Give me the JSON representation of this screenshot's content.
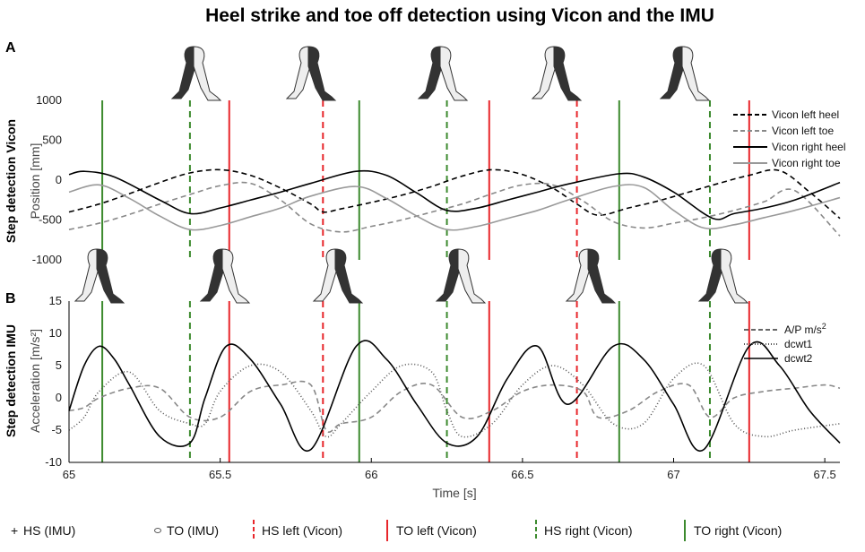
{
  "title": "Heel strike and toe off detection using Vicon and the IMU",
  "colors": {
    "hs_left": "#e8262b",
    "to_left": "#e8262b",
    "hs_right": "#3c8a2e",
    "to_right": "#3c8a2e"
  },
  "chart_data": [
    {
      "id": "A",
      "type": "line",
      "panel_letter": "A",
      "side_label": "Step detection Vicon",
      "ylabel": "Position [mm]",
      "ylim": [
        -1000,
        1000
      ],
      "yticks": [
        "1000",
        "500",
        "0",
        "-500",
        "-1000"
      ],
      "xlim": [
        65,
        67.55
      ],
      "series": [
        {
          "name": "Vicon left heel",
          "style": "dash-black",
          "x": [
            65,
            65.1,
            65.2,
            65.3,
            65.4,
            65.5,
            65.6,
            65.7,
            65.8,
            65.84,
            65.9,
            66.0,
            66.1,
            66.2,
            66.3,
            66.4,
            66.5,
            66.6,
            66.68,
            66.75,
            66.85,
            66.95,
            67.05,
            67.15,
            67.25,
            67.35,
            67.45,
            67.55
          ],
          "y": [
            -400,
            -300,
            -170,
            -30,
            90,
            130,
            60,
            -100,
            -300,
            -400,
            -360,
            -280,
            -190,
            -80,
            50,
            130,
            70,
            -100,
            -300,
            -440,
            -350,
            -260,
            -150,
            -40,
            60,
            120,
            -150,
            -480
          ]
        },
        {
          "name": "Vicon left toe",
          "style": "dash-grey",
          "x": [
            65,
            65.1,
            65.2,
            65.3,
            65.4,
            65.5,
            65.6,
            65.7,
            65.8,
            65.9,
            66.0,
            66.1,
            66.2,
            66.3,
            66.4,
            66.5,
            66.6,
            66.7,
            66.8,
            66.9,
            67.0,
            67.1,
            67.2,
            67.3,
            67.4,
            67.55
          ],
          "y": [
            -620,
            -540,
            -430,
            -300,
            -180,
            -70,
            -40,
            -250,
            -550,
            -650,
            -580,
            -500,
            -400,
            -300,
            -170,
            -60,
            -60,
            -260,
            -520,
            -600,
            -540,
            -470,
            -380,
            -270,
            -130,
            -700
          ]
        },
        {
          "name": "Vicon right heel",
          "style": "solid-black",
          "x": [
            65,
            65.05,
            65.15,
            65.3,
            65.4,
            65.5,
            65.6,
            65.7,
            65.8,
            65.95,
            66.05,
            66.15,
            66.25,
            66.35,
            66.45,
            66.55,
            66.65,
            66.82,
            66.9,
            67.0,
            67.13,
            67.2,
            67.3,
            67.4,
            67.55
          ],
          "y": [
            70,
            110,
            40,
            -250,
            -420,
            -350,
            -250,
            -150,
            -40,
            110,
            60,
            -160,
            -380,
            -350,
            -250,
            -150,
            -50,
            80,
            40,
            -150,
            -480,
            -420,
            -350,
            -250,
            -30
          ]
        },
        {
          "name": "Vicon right toe",
          "style": "solid-grey",
          "x": [
            65,
            65.1,
            65.2,
            65.3,
            65.4,
            65.5,
            65.6,
            65.7,
            65.8,
            65.95,
            66.05,
            66.15,
            66.25,
            66.35,
            66.45,
            66.55,
            66.65,
            66.8,
            66.9,
            67.0,
            67.1,
            67.2,
            67.3,
            67.4,
            67.55
          ],
          "y": [
            -150,
            -60,
            -230,
            -450,
            -620,
            -570,
            -460,
            -350,
            -200,
            -80,
            -230,
            -450,
            -620,
            -580,
            -480,
            -380,
            -250,
            -80,
            -90,
            -380,
            -600,
            -560,
            -470,
            -380,
            -220
          ]
        }
      ]
    },
    {
      "id": "B",
      "type": "line",
      "panel_letter": "B",
      "side_label": "Step detection IMU",
      "ylabel": "Acceleration [m/s²]",
      "ylim": [
        -10,
        15
      ],
      "yticks": [
        "15",
        "10",
        "5",
        "0",
        "-5",
        "-10"
      ],
      "xlim": [
        65,
        67.55
      ],
      "xticks": [
        "65",
        "65.5",
        "66",
        "66.5",
        "67",
        "67.5"
      ],
      "xtick_values": [
        65,
        65.5,
        66,
        66.5,
        67,
        67.5
      ],
      "xlabel": "Time [s]",
      "series": [
        {
          "name": "A/P m/s²",
          "style": "dash-grey",
          "x": [
            65,
            65.05,
            65.1,
            65.2,
            65.3,
            65.4,
            65.5,
            65.6,
            65.7,
            65.8,
            65.85,
            65.9,
            66.0,
            66.1,
            66.2,
            66.3,
            66.4,
            66.5,
            66.6,
            66.7,
            66.75,
            66.85,
            66.95,
            67.05,
            67.12,
            67.2,
            67.3,
            67.4,
            67.5,
            67.55
          ],
          "y": [
            -2,
            -1.5,
            0,
            1.5,
            1.5,
            -3,
            -3,
            1,
            2,
            2,
            -5,
            -4,
            -3,
            1,
            2,
            -3,
            -2,
            1,
            2,
            1,
            -3,
            -2,
            1,
            2,
            -3,
            0,
            1,
            1.5,
            2,
            1.5
          ]
        },
        {
          "name": "dcwt1",
          "style": "dot-grey",
          "x": [
            65,
            65.05,
            65.1,
            65.2,
            65.3,
            65.4,
            65.45,
            65.5,
            65.6,
            65.7,
            65.8,
            65.85,
            65.9,
            66.0,
            66.1,
            66.2,
            66.25,
            66.3,
            66.4,
            66.5,
            66.6,
            66.7,
            66.8,
            66.9,
            67.0,
            67.1,
            67.2,
            67.3,
            67.4,
            67.55
          ],
          "y": [
            -5,
            -3,
            1,
            4,
            -2,
            -4,
            -4,
            1,
            5,
            4,
            -2,
            -6,
            -4,
            1,
            5,
            4,
            -2,
            -6,
            -4,
            2,
            5,
            2,
            -4,
            -4,
            3,
            5,
            -4,
            -6,
            -5,
            -4
          ]
        },
        {
          "name": "dcwt2",
          "style": "solid-black",
          "x": [
            65,
            65.05,
            65.1,
            65.15,
            65.2,
            65.3,
            65.4,
            65.45,
            65.52,
            65.6,
            65.7,
            65.8,
            65.95,
            66.05,
            66.15,
            66.25,
            66.35,
            66.45,
            66.55,
            66.65,
            66.8,
            66.9,
            67.0,
            67.1,
            67.25,
            67.35,
            67.45,
            67.55
          ],
          "y": [
            -2,
            5,
            8,
            6,
            2,
            -6,
            -7,
            0,
            8,
            6,
            -1,
            -8,
            8,
            6,
            -1,
            -7,
            -6,
            3,
            8,
            -1,
            8,
            6,
            -1,
            -8,
            8,
            5,
            -2,
            -7
          ]
        }
      ]
    }
  ],
  "events": {
    "hs_left_x": [
      65.84,
      66.68
    ],
    "to_left_x": [
      65.53,
      66.39,
      67.25
    ],
    "hs_right_x": [
      65.4,
      66.25,
      67.12
    ],
    "to_right_x": [
      65.11,
      65.96,
      66.82
    ]
  },
  "legend_A": [
    "Vicon left heel",
    "Vicon left toe",
    "Vicon right heel",
    "Vicon right toe"
  ],
  "legend_B": [
    "A/P m/s",
    "dcwt1",
    "dcwt2"
  ],
  "legend_B_sup": "2",
  "bottom_legend": {
    "hs_imu": "HS (IMU)",
    "to_imu": "TO (IMU)",
    "hs_left": "HS left (Vicon)",
    "to_left": "TO left (Vicon)",
    "hs_right": "HS right (Vicon)",
    "to_right": "TO right (Vicon)"
  },
  "silhouettes_top_count": 5,
  "silhouettes_mid_count": 6
}
